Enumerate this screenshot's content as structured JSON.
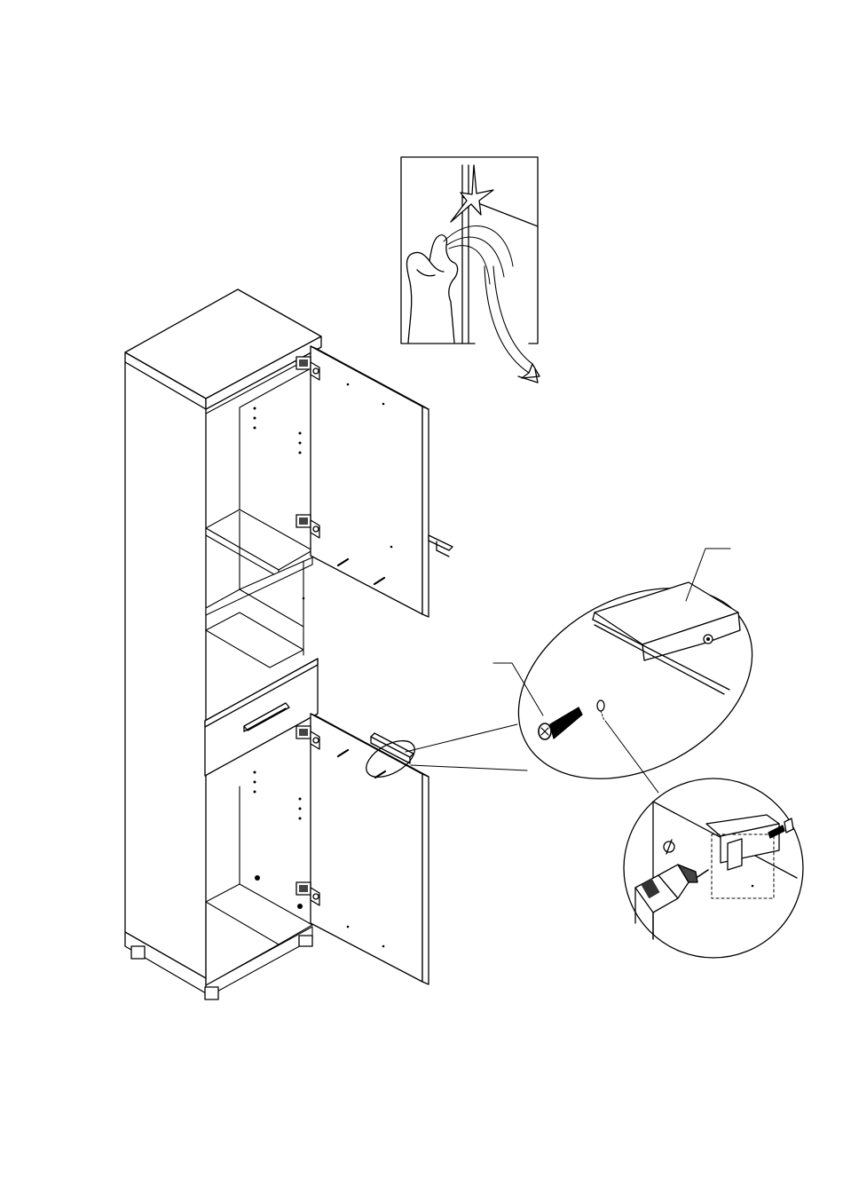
{
  "page": {
    "background": "#ffffff",
    "ink": "#000000",
    "shade": "#6e6e6e",
    "light_shade": "#cfcfcf"
  },
  "figure": {
    "type": "furniture-assembly-instruction",
    "printed_text": [],
    "parts": [
      "tall-cabinet",
      "upper-door-open",
      "lower-door-open",
      "drawer-with-handle",
      "door-hinge",
      "door-handle",
      "handle-screw"
    ],
    "insets": [
      "snap-off-screw-tip-inset",
      "handle-screw-detail-inset",
      "drill-fixing-detail-inset"
    ],
    "icons": [
      "hand-icon",
      "star-burst-icon",
      "curved-arrow-icon",
      "screw-icon",
      "washer-icon",
      "drill-icon"
    ]
  }
}
